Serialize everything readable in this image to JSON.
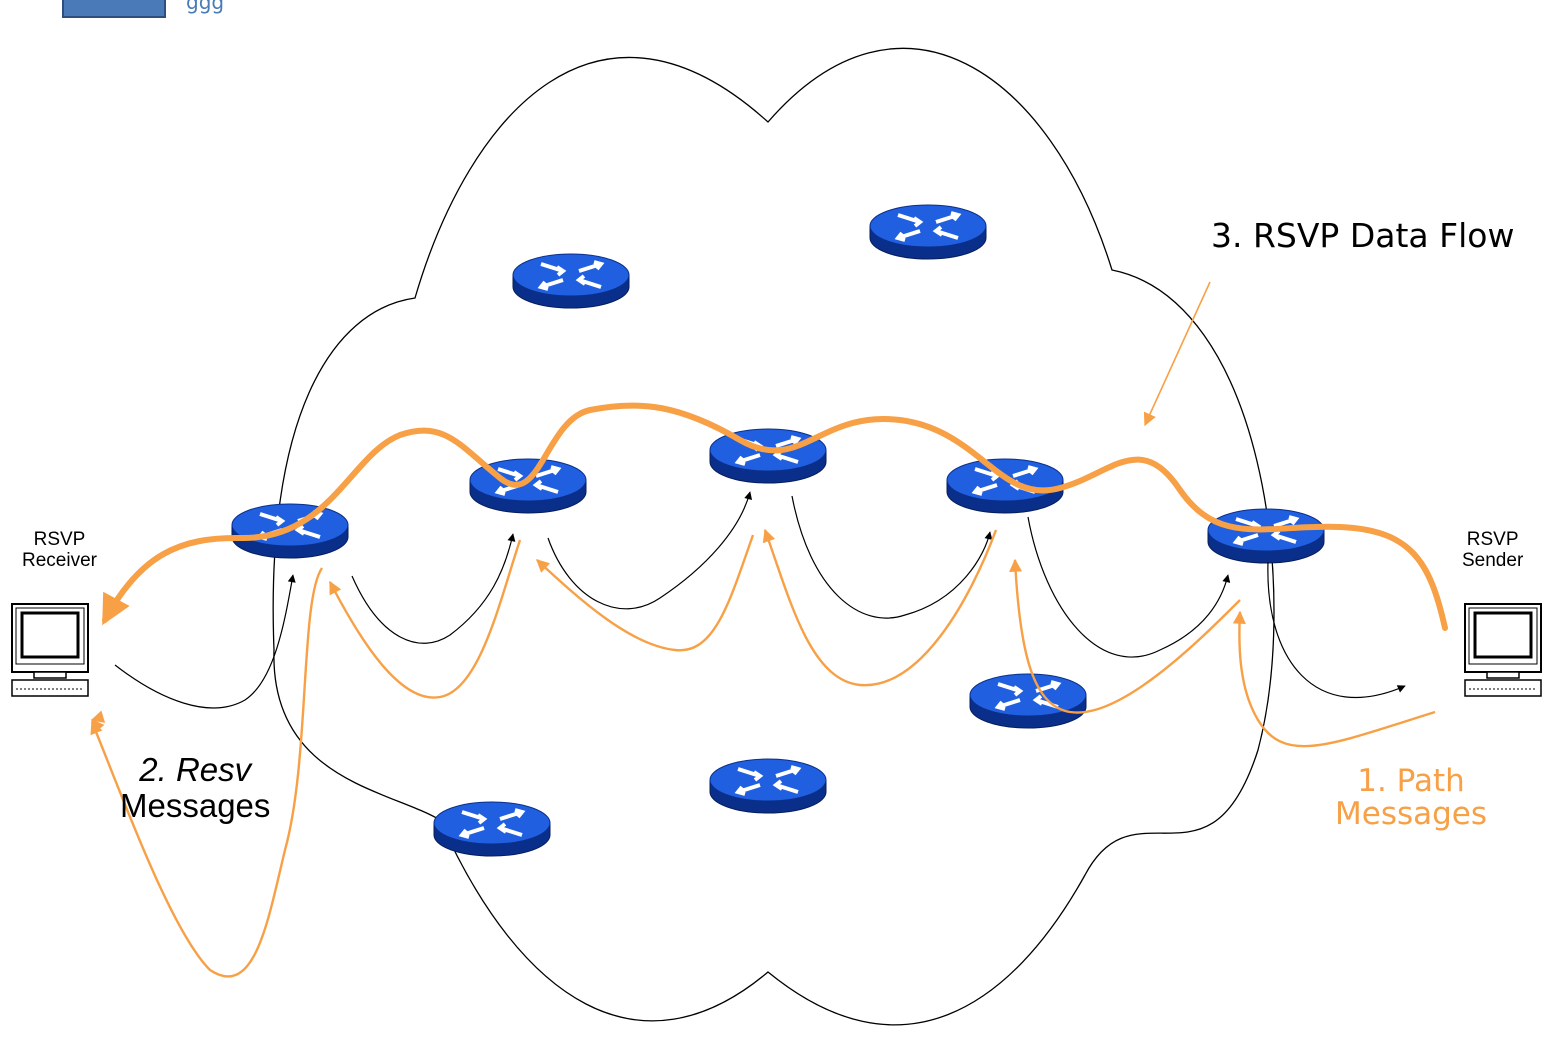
{
  "labels": {
    "receiver": [
      "RSVP",
      "Receiver"
    ],
    "sender": [
      "RSVP",
      "Sender"
    ],
    "data_flow": "3. RSVP Data Flow",
    "resv_messages": [
      "2. Resv",
      "Messages"
    ],
    "path_messages": [
      "1. Path",
      "Messages"
    ]
  },
  "colors": {
    "orange": "#f7a046",
    "router_blue": "#1f5fe0",
    "router_dark": "#0a2f8a",
    "outline": "#000000",
    "logo_blue": "#4a7ab8"
  },
  "icons": {
    "router": "router-icon",
    "workstation": "workstation-icon",
    "cloud": "network-cloud"
  },
  "corner": {
    "marks": "ggg"
  }
}
